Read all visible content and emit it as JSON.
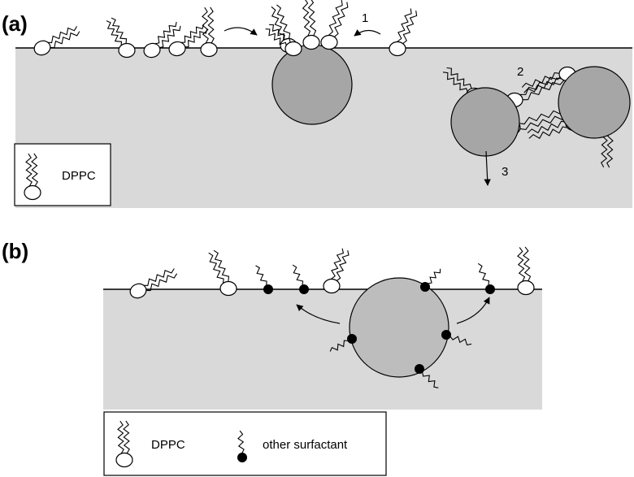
{
  "panel_a": {
    "label": "(a)",
    "steps": [
      "1",
      "2",
      "3"
    ],
    "legend": {
      "dppc_label": "DPPC"
    }
  },
  "panel_b": {
    "label": "(b)",
    "legend": {
      "dppc_label": "DPPC",
      "other_label": "other surfactant"
    }
  },
  "colors": {
    "water": "#d9d9d9",
    "bubble_a": "#a6a6a6",
    "bubble_b": "#bdbdbd",
    "dppc_head": "#ffffff",
    "other_head": "#000000"
  },
  "icons": [
    "dppc-molecule-icon",
    "other-surfactant-molecule-icon",
    "arrow-icon"
  ]
}
